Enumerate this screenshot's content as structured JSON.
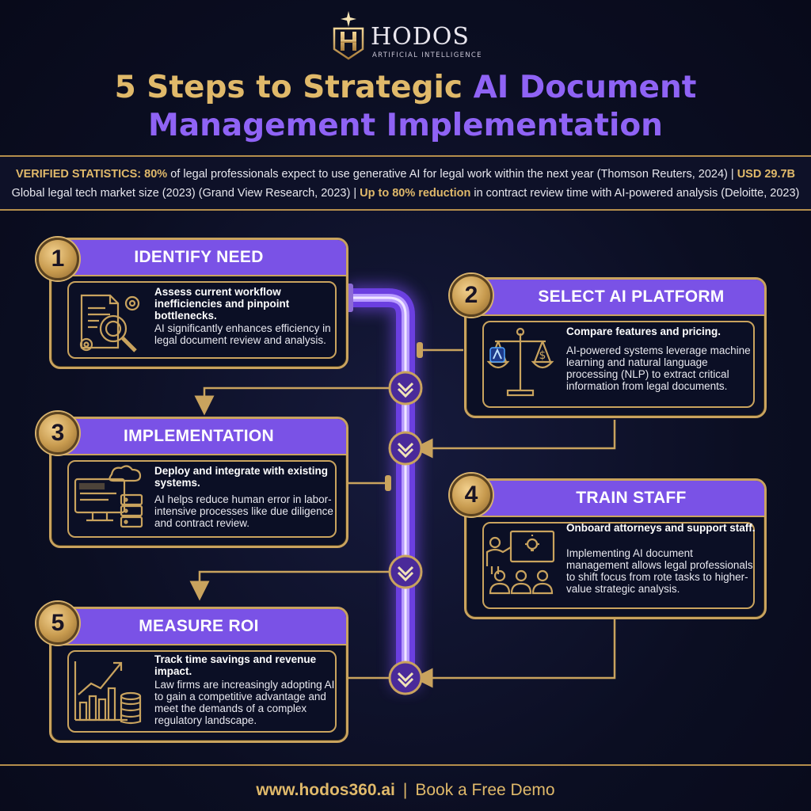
{
  "brand": {
    "name": "HODOS",
    "tagline": "ARTIFICIAL INTELLIGENCE"
  },
  "title": {
    "line1_gold": "5 Steps to Strategic ",
    "line1_violet": "AI Document",
    "line2": "Management Implementation"
  },
  "stats": {
    "label": "VERIFIED STATISTICS:",
    "s1_value": "80%",
    "s1_text": " of legal professionals expect to use generative AI for legal work within the next year (Thomson Reuters, 2024) | ",
    "s2_value": "USD 29.7B",
    "s2_text": "Global legal tech market size (2023) (Grand View Research, 2023) | ",
    "s3_value": "Up to 80% reduction",
    "s3_text": " in contract review time with AI-powered analysis (Deloitte, 2023)"
  },
  "steps": [
    {
      "number": "1",
      "title": "IDENTIFY NEED",
      "lead": "Assess current workflow inefficiencies and pinpoint bottlenecks.",
      "text": "AI significantly enhances efficiency in legal document review and analysis.",
      "icon": "document-magnifier-gear-icon"
    },
    {
      "number": "2",
      "title": "SELECT AI PLATFORM",
      "lead": "Compare features and pricing.",
      "text": "AI-powered systems leverage machine learning and natural language processing (NLP) to extract critical information from legal documents.",
      "icon": "balance-scale-icon"
    },
    {
      "number": "3",
      "title": "IMPLEMENTATION",
      "lead": "Deploy and integrate with existing systems.",
      "text": "AI helps reduce human error in labor-intensive processes like due diligence and contract review.",
      "icon": "monitor-cloud-server-icon"
    },
    {
      "number": "4",
      "title": "TRAIN STAFF",
      "lead": "Onboard attorneys and support staff.",
      "text": "Implementing AI document management allows legal professionals to shift focus from rote tasks to higher-value strategic analysis.",
      "icon": "presenter-audience-icon"
    },
    {
      "number": "5",
      "title": "MEASURE ROI",
      "lead": "Track time savings and revenue impact.",
      "text": "Law firms are increasingly adopting AI to gain a competitive advantage and meet the demands of a complex regulatory landscape.",
      "icon": "growth-chart-coins-icon"
    }
  ],
  "footer": {
    "url": "www.hodos360.ai",
    "separator": "|",
    "cta": "Book a Free Demo"
  },
  "colors": {
    "background": "#0c0f24",
    "gold": "#c9a35e",
    "violet": "#7a52e6",
    "title_violet": "#8f63f5"
  }
}
